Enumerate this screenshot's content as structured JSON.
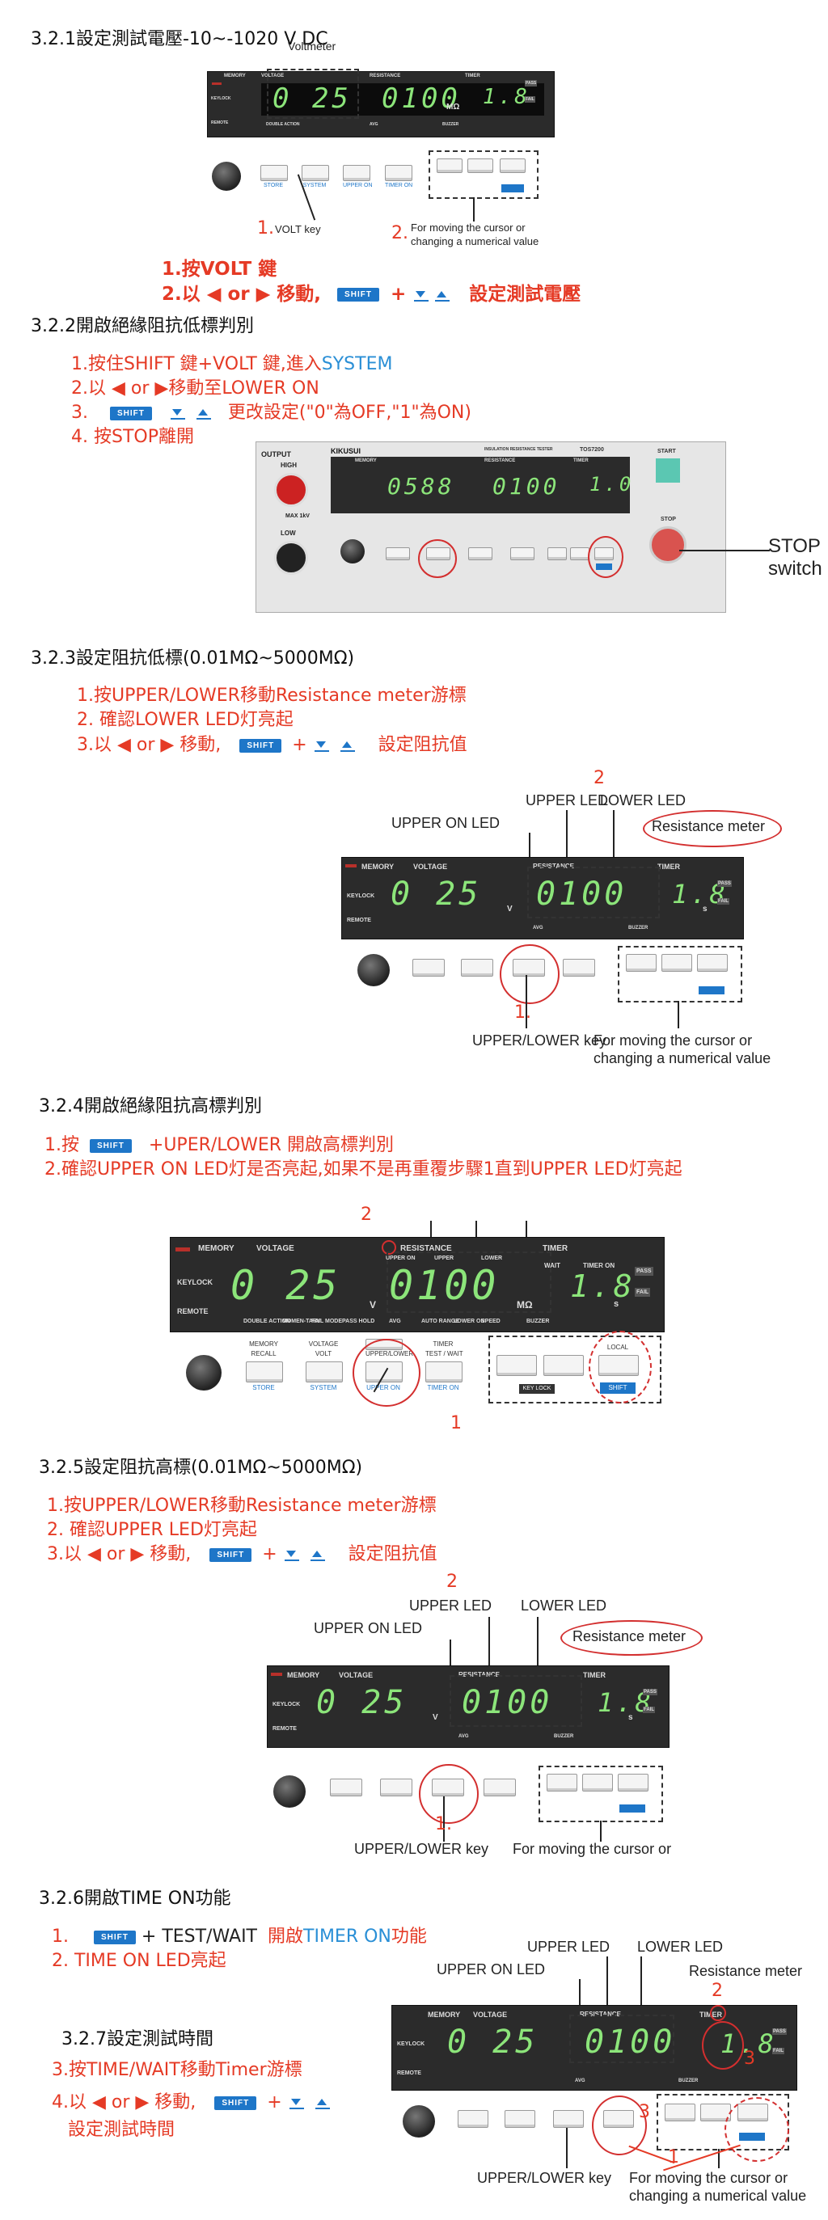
{
  "s321": {
    "heading": "3.2.1設定測試電壓-10~-1020 V DC",
    "voltmeter": "Voltmeter",
    "n1": "1.",
    "volt_key": "VOLT key",
    "n2": "2.",
    "moving1": "For moving the cursor or",
    "moving2": "changing a numerical value",
    "step1": "1.按VOLT 鍵",
    "step2a": "2.以 ◀ or ▶ 移動,",
    "step2b": "+",
    "step2c": "設定測試電壓"
  },
  "s322": {
    "heading": "3.2.2開啟絕緣阻抗低標判別",
    "step1a": "1.按住SHIFT 鍵+VOLT 鍵,進入",
    "step1b": "SYSTEM",
    "step2": "2.以 ◀ or ▶移動至LOWER ON",
    "step3a": "3.",
    "step3b": "更改設定(\"0\"為OFF,\"1\"為ON)",
    "step4": "4. 按STOP離開",
    "stop_label": "STOP",
    "switch_label": "switch"
  },
  "s323": {
    "heading": "3.2.3設定阻抗低標(0.01MΩ~5000MΩ)",
    "step1": "1.按UPPER/LOWER移動Resistance meter游標",
    "step2": "2. 確認LOWER LED灯亮起",
    "step3a": "3.以 ◀ or ▶ 移動,",
    "step3b": "+",
    "step3c": "設定阻抗值",
    "num2": "2",
    "upper_led": "UPPER LED",
    "lower_led": "LOWER LED",
    "upper_on_led": "UPPER ON LED",
    "resistance_meter": "Resistance meter",
    "num1": "1.",
    "ul_key": "UPPER/LOWER key",
    "moving1": "For moving the cursor or",
    "moving2": "changing a numerical value"
  },
  "s324": {
    "heading": "3.2.4開啟絕緣阻抗高標判別",
    "step1a": "1.按",
    "step1b": "+UPER/LOWER 開啟高標判別",
    "step2": "2.確認UPPER ON LED灯是否亮起,如果不是再重覆步驟1直到UPPER LED灯亮起",
    "num2": "2",
    "num1": "1"
  },
  "s325": {
    "heading": "3.2.5設定阻抗高標(0.01MΩ~5000MΩ)",
    "step1": "1.按UPPER/LOWER移動Resistance meter游標",
    "step2": "2. 確認UPPER LED灯亮起",
    "step3a": "3.以 ◀ or ▶ 移動,",
    "step3b": "+",
    "step3c": "設定阻抗值",
    "num2": "2",
    "upper_led": "UPPER LED",
    "lower_led": "LOWER LED",
    "upper_on_led": "UPPER ON LED",
    "resistance_meter": "Resistance meter",
    "num1": "1.",
    "ul_key": "UPPER/LOWER key",
    "moving1": "For moving the cursor or"
  },
  "s326": {
    "heading": "3.2.6開啟TIME ON功能",
    "step1a": "1.",
    "step1b": "+ TEST/WAIT",
    "step1c": "開啟",
    "step1d": "TIMER ON",
    "step1e": "功能",
    "step2": "2.  TIME ON LED亮起",
    "upper_led": "UPPER LED",
    "lower_led": "LOWER LED",
    "upper_on_led": "UPPER ON LED",
    "resistance_meter": "Resistance meter",
    "num2": "2",
    "num3a": "3",
    "num3b": "3",
    "num1": "1",
    "ul_key": "UPPER/LOWER key",
    "moving1": "For moving the cursor or",
    "moving2": "changing a numerical value"
  },
  "s327": {
    "heading": "3.2.7設定測試時間",
    "step3": "3.按TIME/WAIT移動Timer游標",
    "step4a": "4.以 ◀ or ▶ 移動,",
    "step4b": "+",
    "step4c": "設定測試時間"
  },
  "panel": {
    "memory": "MEMORY",
    "voltage": "VOLTAGE",
    "resistance": "RESISTANCE",
    "timer": "TIMER",
    "store": "STORE",
    "keylock": "KEYLOCK",
    "remote": "REMOTE",
    "upper_on": "UPPER ON",
    "upper": "UPPER",
    "lower": "LOWER",
    "wait": "WAIT",
    "timer_on": "TIMER ON",
    "pass": "PASS",
    "fail": "FAIL",
    "volt_digits": "0  25",
    "volt_unit": "V",
    "res_digits": "0100",
    "res_unit": "MΩ",
    "timer_digits": "1.8",
    "timer_unit": "s",
    "double_action": "DOUBLE ACTION",
    "momentary": "MOMEN-TARY",
    "fail_mode": "FAIL MODE",
    "pass_hold": "PASS HOLD",
    "avg": "AVG",
    "auto_range": "AUTO RANGE",
    "lower_on": "LOWER ON",
    "speed": "SPEED",
    "buzzer": "BUZZER",
    "remote_btn": "REMOTE",
    "b_memory": "MEMORY",
    "b_recall": "RECALL",
    "b_store": "STORE",
    "b_voltage": "VOLTAGE",
    "b_volt": "VOLT",
    "b_system": "SYSTEM",
    "b_resistance": "RESISTANCE",
    "b_ul": "UPPER/LOWER",
    "b_upper_on": "UPPER ON",
    "b_timer": "TIMER",
    "b_tw": "TEST / WAIT",
    "b_timer_on": "TIMER ON",
    "b_local": "LOCAL",
    "b_shift": "SHIFT",
    "b_keylock": "KEY LOCK",
    "brand": "KIKUSUI",
    "model": "TOS7200",
    "tester": "INSULATION RESISTANCE TESTER",
    "output": "OUTPUT",
    "high": "HIGH",
    "low": "LOW",
    "max": "MAX 1kV",
    "start": "START",
    "stop": "STOP"
  }
}
